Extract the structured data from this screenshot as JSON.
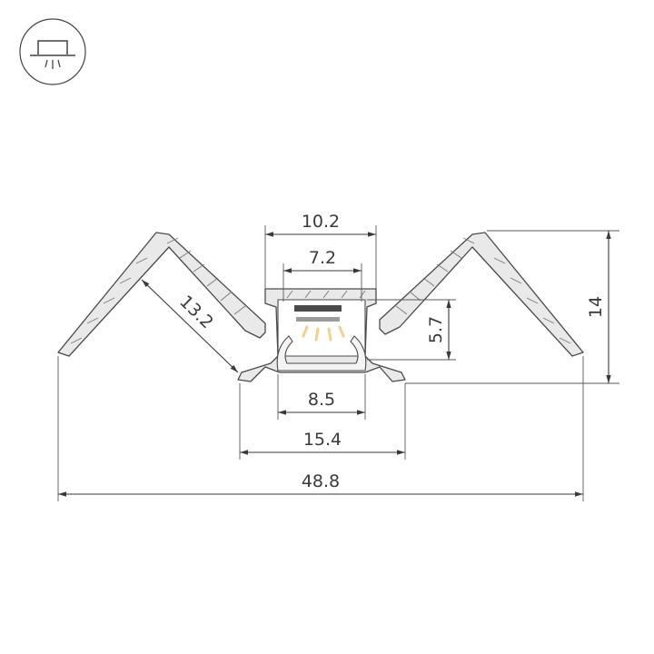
{
  "icon": {
    "name": "surface-mount-light-icon"
  },
  "colors": {
    "line": "#3a3a3a",
    "profile_fill": "#e9e9e9",
    "led_warm": "#f2cf8c",
    "led_strip": "#4a4a4a"
  },
  "dimensions": {
    "top_width": "10.2",
    "inner_width": "7.2",
    "diffuser_width": "8.5",
    "bottom_width": "15.4",
    "overall_width": "48.8",
    "wing_length": "13.2",
    "led_depth": "5.7",
    "height": "14"
  }
}
